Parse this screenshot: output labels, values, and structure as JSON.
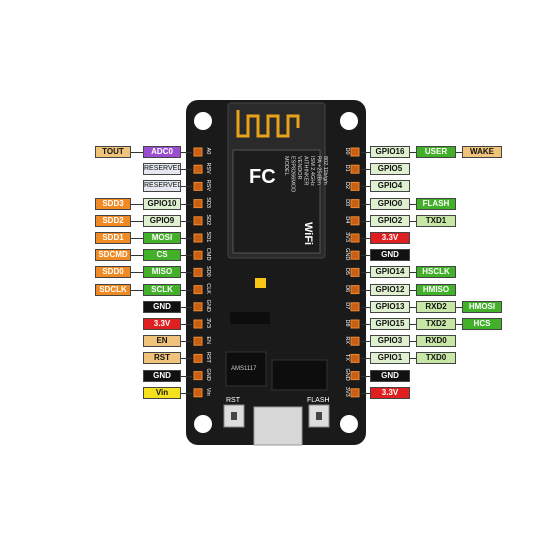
{
  "colors": {
    "gpio": "#dff0d0",
    "special_light": "#c8e6a6",
    "green": "#43b02a",
    "red": "#e02020",
    "black": "#111111",
    "yellow": "#f5e21c",
    "orange": "#f08a24",
    "tan": "#f0c37a",
    "purple": "#9b4fd0",
    "reserved": "#e4e8f0",
    "board": "#1a1a1a",
    "module": "#262626",
    "pin_orange": "#f07a1a"
  },
  "board": {
    "module_text": {
      "model_label": "MODEL",
      "model": "ESP8266MOD",
      "vendor_label": "VENDOR",
      "vendor": "AITHINKER",
      "ism": "ISM 2.4GHz",
      "pa": "PA +25dBm",
      "std": "802.11b/g/n",
      "fc": "FC",
      "wifi": "WiFi"
    },
    "regulator": "AMS1117",
    "rst_label": "RST",
    "flash_label": "FLASH",
    "left_pins": [
      "A0",
      "RSV",
      "RSV",
      "SD3",
      "SD2",
      "SD1",
      "CMD",
      "SD0",
      "CLK",
      "GND",
      "3V3",
      "EN",
      "RST",
      "GND",
      "Vin"
    ],
    "right_pins": [
      "D0",
      "D1",
      "D2",
      "D3",
      "D4",
      "3V3",
      "GND",
      "D5",
      "D6",
      "D7",
      "D8",
      "RX",
      "TX",
      "GND",
      "3V3"
    ]
  },
  "left_rows": [
    [
      {
        "text": "TOUT",
        "color": "tan"
      },
      {
        "text": "ADC0",
        "color": "purple"
      }
    ],
    [
      {
        "text": "RESERVED",
        "color": "reserved"
      }
    ],
    [
      {
        "text": "RESERVED",
        "color": "reserved"
      }
    ],
    [
      {
        "text": "SDD3",
        "color": "orange"
      },
      {
        "text": "GPIO10",
        "color": "gpio"
      }
    ],
    [
      {
        "text": "SDD2",
        "color": "orange"
      },
      {
        "text": "GPIO9",
        "color": "gpio"
      }
    ],
    [
      {
        "text": "SDD1",
        "color": "orange"
      },
      {
        "text": "MOSI",
        "color": "green"
      }
    ],
    [
      {
        "text": "SDCMD",
        "color": "orange"
      },
      {
        "text": "CS",
        "color": "green"
      }
    ],
    [
      {
        "text": "SDD0",
        "color": "orange"
      },
      {
        "text": "MISO",
        "color": "green"
      }
    ],
    [
      {
        "text": "SDCLK",
        "color": "orange"
      },
      {
        "text": "SCLK",
        "color": "green"
      }
    ],
    [
      {
        "text": "GND",
        "color": "black"
      }
    ],
    [
      {
        "text": "3.3V",
        "color": "red"
      }
    ],
    [
      {
        "text": "EN",
        "color": "tan"
      }
    ],
    [
      {
        "text": "RST",
        "color": "tan"
      }
    ],
    [
      {
        "text": "GND",
        "color": "black"
      }
    ],
    [
      {
        "text": "Vin",
        "color": "yellow"
      }
    ]
  ],
  "right_rows": [
    [
      {
        "text": "GPIO16",
        "color": "gpio"
      },
      {
        "text": "USER",
        "color": "green"
      },
      {
        "text": "WAKE",
        "color": "tan"
      }
    ],
    [
      {
        "text": "GPIO5",
        "color": "gpio"
      }
    ],
    [
      {
        "text": "GPIO4",
        "color": "gpio"
      }
    ],
    [
      {
        "text": "GPIO0",
        "color": "gpio"
      },
      {
        "text": "FLASH",
        "color": "green"
      }
    ],
    [
      {
        "text": "GPIO2",
        "color": "gpio"
      },
      {
        "text": "TXD1",
        "color": "special_light"
      }
    ],
    [
      {
        "text": "3.3V",
        "color": "red"
      }
    ],
    [
      {
        "text": "GND",
        "color": "black"
      }
    ],
    [
      {
        "text": "GPIO14",
        "color": "gpio"
      },
      {
        "text": "HSCLK",
        "color": "green"
      }
    ],
    [
      {
        "text": "GPIO12",
        "color": "gpio"
      },
      {
        "text": "HMISO",
        "color": "green"
      }
    ],
    [
      {
        "text": "GPIO13",
        "color": "gpio"
      },
      {
        "text": "RXD2",
        "color": "special_light"
      },
      {
        "text": "HMOSI",
        "color": "green"
      }
    ],
    [
      {
        "text": "GPIO15",
        "color": "gpio"
      },
      {
        "text": "TXD2",
        "color": "special_light"
      },
      {
        "text": "HCS",
        "color": "green"
      }
    ],
    [
      {
        "text": "GPIO3",
        "color": "gpio"
      },
      {
        "text": "RXD0",
        "color": "special_light"
      }
    ],
    [
      {
        "text": "GPIO1",
        "color": "gpio"
      },
      {
        "text": "TXD0",
        "color": "special_light"
      }
    ],
    [
      {
        "text": "GND",
        "color": "black"
      }
    ],
    [
      {
        "text": "3.3V",
        "color": "red"
      }
    ]
  ]
}
